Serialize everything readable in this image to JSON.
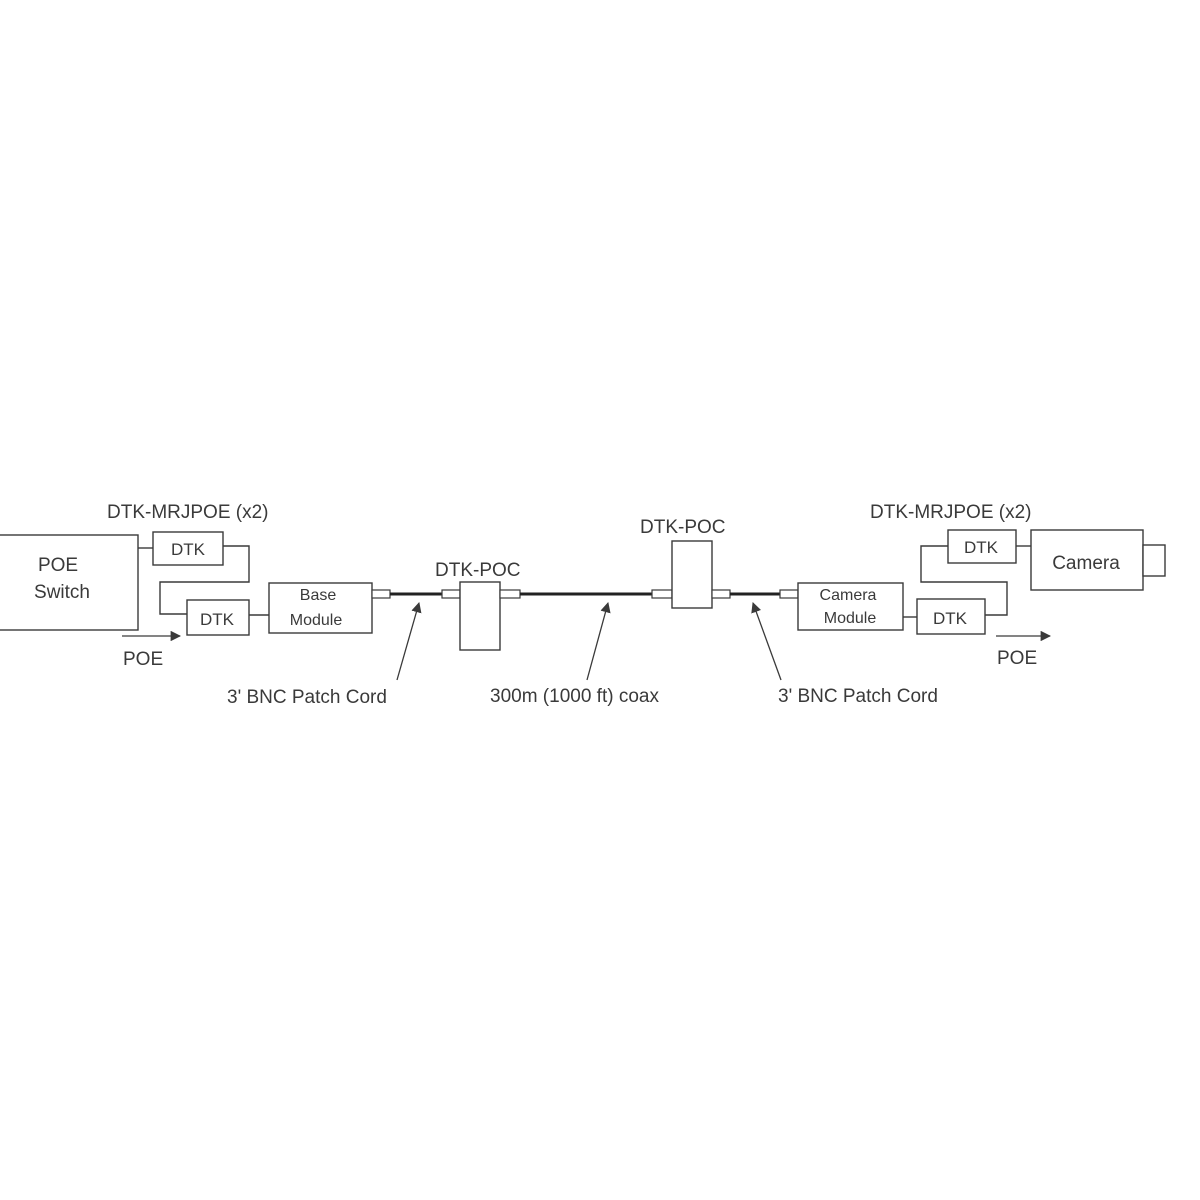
{
  "left": {
    "switch_line1": "POE",
    "switch_line2": "Switch",
    "adapter_label": "DTK-MRJPOE (x2)",
    "dtk_upper": "DTK",
    "dtk_lower": "DTK",
    "base_line1": "Base",
    "base_line2": "Module",
    "poe_label": "POE"
  },
  "middle": {
    "poc_left_label": "DTK-POC",
    "poc_right_label": "DTK-POC"
  },
  "right": {
    "adapter_label": "DTK-MRJPOE (x2)",
    "dtk_upper": "DTK",
    "dtk_lower": "DTK",
    "camera_label": "Camera",
    "camera_module_line1": "Camera",
    "camera_module_line2": "Module",
    "poe_label": "POE"
  },
  "callouts": {
    "left_patch": "3' BNC Patch Cord",
    "coax": "300m (1000 ft) coax",
    "right_patch": "3' BNC Patch Cord"
  }
}
